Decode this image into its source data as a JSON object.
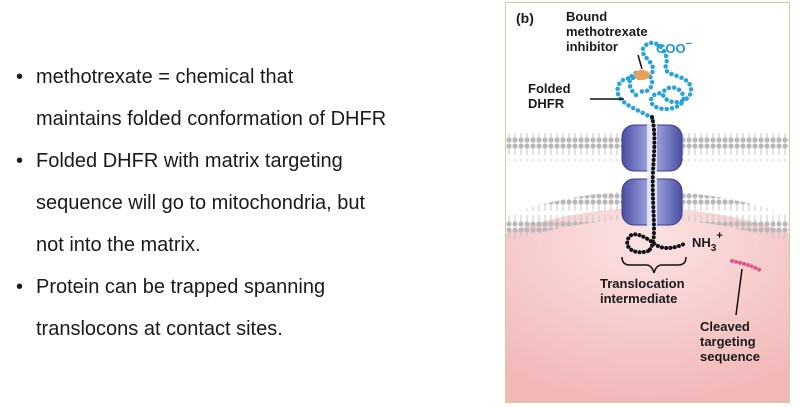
{
  "bullets": [
    {
      "lines": [
        "methotrexate = chemical that",
        "maintains folded conformation of DHFR"
      ]
    },
    {
      "lines": [
        "Folded DHFR with matrix targeting",
        "sequence will go to mitochondria, but",
        "not into the matrix."
      ]
    },
    {
      "lines": [
        "Protein can be trapped spanning",
        "translocons at contact sites."
      ]
    }
  ],
  "figure": {
    "panel_label": "(b)",
    "bound_label_lines": [
      "Bound",
      "methotrexate",
      "inhibitor"
    ],
    "coo_label": "COO",
    "coo_charge": "−",
    "folded_label_lines": [
      "Folded",
      "DHFR"
    ],
    "nh3_label": "NH",
    "nh3_sub": "3",
    "nh3_charge": "+",
    "translocation_label_lines": [
      "Translocation",
      "intermediate"
    ],
    "cleaved_label_lines": [
      "Cleaved",
      "targeting",
      "sequence"
    ],
    "colors": {
      "frame_border": "#cfcf9a",
      "matrix_pink": "#f6c9c9",
      "membrane_grey": "#b9b9b9",
      "translocon_blue": "#7b7fc8",
      "dhfr_blue": "#2aa3d8",
      "inhibitor_orange": "#e9a25a",
      "cleaved_pink": "#e05a8a",
      "label_blue": "#1b9ad6"
    }
  }
}
